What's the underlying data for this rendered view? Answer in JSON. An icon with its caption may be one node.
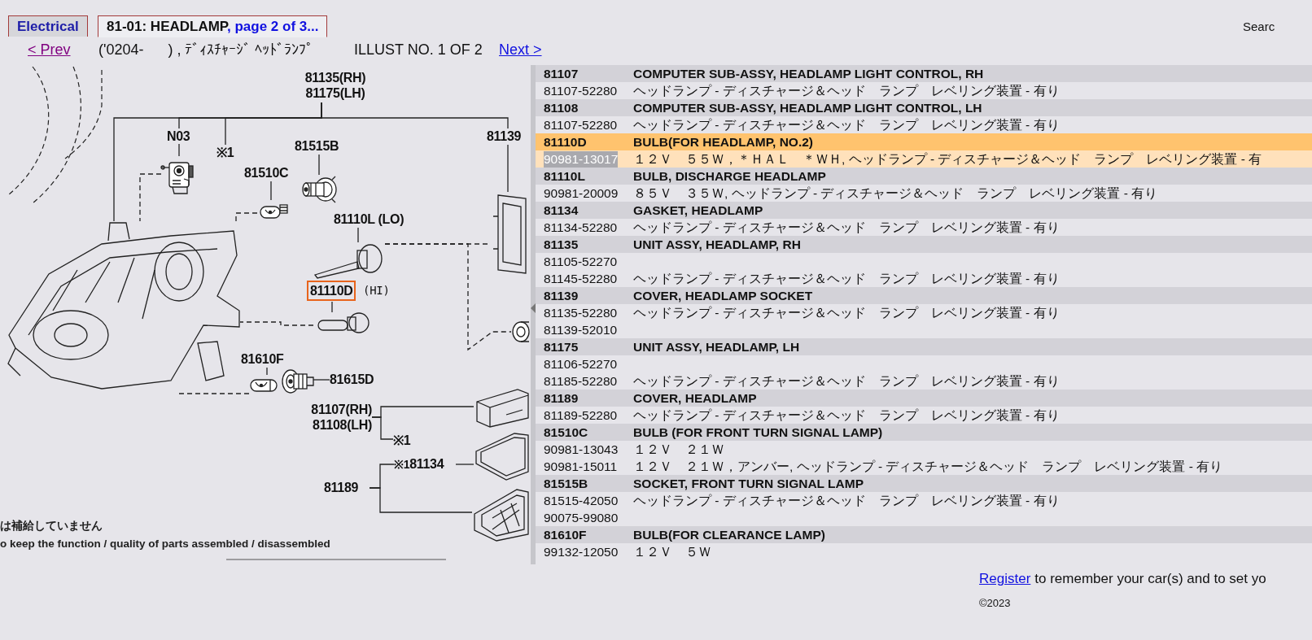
{
  "diagram": {
    "nodes": [
      {
        "text": [
          "81135(RH) 81175(LH)"
        ]
      },
      {
        "text": [],
        "shape": "picture"
      },
      {
        "text": [
          "N03"
        ]
      },
      {
        "text": [],
        "shape": "picture"
      },
      {
        "text": [
          "※1"
        ]
      },
      {
        "text": [
          "81515B"
        ]
      },
      {
        "text": [],
        "shape": "picture"
      },
      {
        "text": [
          "81510C"
        ]
      },
      {
        "text": [],
        "shape": "picture"
      },
      {
        "text": [
          "81110L (LO)"
        ]
      },
      {
        "text": [],
        "shape": "picture"
      },
      {
        "text": [
          "81110D"
        ],
        "beside": [
          "(HI)"
        ]
      },
      {
        "text": [],
        "shape": "picture"
      },
      {
        "text": [
          "81139"
        ]
      },
      {
        "text": [],
        "shape": "picture"
      },
      {
        "text": [
          "81610F"
        ]
      },
      {
        "text": [],
        "shape": "picture"
      },
      {
        "text": [],
        "shape": "picture"
      },
      {
        "text": [
          "81615D"
        ]
      },
      {
        "text": [
          "81107(RH) 81108(LH)"
        ]
      },
      {
        "text": [],
        "shape": "picture"
      },
      {
        "text": [
          "※1"
        ]
      },
      {
        "text": [
          "※1",
          "81134"
        ]
      },
      {
        "text": [],
        "shape": "picture"
      },
      {
        "text": [
          "81189"
        ]
      },
      {
        "text": [],
        "shape": "picture"
      },
      {
        "text": [],
        "shape": "picture"
      }
    ],
    "edges": [
      {
        "from": 0,
        "to": 1,
        "arrow": "none"
      },
      {
        "from": 0,
        "to": 2,
        "arrow": "none"
      },
      {
        "from": 0,
        "to": 4,
        "arrow": "none"
      },
      {
        "from": 0,
        "to": 13,
        "arrow": "none"
      },
      {
        "from": 2,
        "to": 3,
        "arrow": "none"
      },
      {
        "from": 5,
        "to": 6,
        "arrow": "none"
      },
      {
        "from": 7,
        "to": 8,
        "arrow": "none"
      },
      {
        "from": 9,
        "to": 10,
        "arrow": "none"
      },
      {
        "from": 11,
        "to": 12,
        "arrow": "none"
      },
      {
        "from": 13,
        "to": 14,
        "arrow": "none"
      },
      {
        "from": 15,
        "to": 16,
        "arrow": "none"
      },
      {
        "from": 18,
        "to": 17,
        "arrow": "none"
      },
      {
        "from": 19,
        "to": 20,
        "arrow": "none"
      },
      {
        "from": 19,
        "to": 21,
        "arrow": "none"
      },
      {
        "from": 24,
        "to": 22,
        "arrow": "none"
      },
      {
        "from": 24,
        "to": 25,
        "arrow": "none"
      },
      {
        "from": 22,
        "to": 23,
        "arrow": "none"
      },
      {
        "from": 3,
        "to": 1,
        "arrow": "none",
        "style": "dashed"
      },
      {
        "from": 8,
        "to": 1,
        "arrow": "none",
        "style": "dashed"
      },
      {
        "from": 10,
        "to": 14,
        "arrow": "none",
        "style": "dashed"
      },
      {
        "from": 10,
        "to": 26,
        "arrow": "none",
        "style": "dashed"
      },
      {
        "from": 12,
        "to": 1,
        "arrow": "none",
        "style": "dashed"
      },
      {
        "from": 16,
        "to": 1,
        "arrow": "none",
        "style": "dashed"
      }
    ],
    "labels": [
      "Electrical",
      "81-01: HEADLAMP",
      ", page 2 of 3...",
      "Searc",
      "< Prev",
      "('0204-      ) , ﾃﾞｨｽﾁｬｰｼﾞ ﾍｯﾄﾞﾗﾝﾌﾟ",
      "ILLUST NO. 1 OF 2",
      "Next >",
      "は補給していません",
      "o keep the function / quality of parts assembled / disassembled",
      "81107",
      "COMPUTER SUB-ASSY, HEADLAMP LIGHT CONTROL, RH",
      "81107-52280",
      "ヘッドランプ - ディスチャージ＆ヘッド　ランプ　レベリング装置 - 有り",
      "81108",
      "COMPUTER SUB-ASSY, HEADLAMP LIGHT CONTROL, LH",
      "81107-52280",
      "ヘッドランプ - ディスチャージ＆ヘッド　ランプ　レベリング装置 - 有り",
      "81110D",
      "BULB(FOR HEADLAMP, NO.2)",
      "90981-13017",
      "１２Ｖ　５５Ｗ，＊ＨＡＬ　＊ＷＨ, ヘッドランプ - ディスチャージ＆ヘッド　ランプ　レベリング装置 - 有",
      "81110L",
      "BULB, DISCHARGE HEADLAMP",
      "90981-20009",
      "８５Ｖ　３５Ｗ, ヘッドランプ - ディスチャージ＆ヘッド　ランプ　レベリング装置 - 有り",
      "81134",
      "GASKET, HEADLAMP",
      "81134-52280",
      "ヘッドランプ - ディスチャージ＆ヘッド　ランプ　レベリング装置 - 有り",
      "81135",
      "UNIT ASSY, HEADLAMP, RH",
      "81105-52270",
      "81145-52280",
      "ヘッドランプ - ディスチャージ＆ヘッド　ランプ　レベリング装置 - 有り",
      "81139",
      "COVER, HEADLAMP SOCKET",
      "81135-52280",
      "ヘッドランプ - ディスチャージ＆ヘッド　ランプ　レベリング装置 - 有り",
      "81139-52010",
      "81175",
      "UNIT ASSY, HEADLAMP, LH",
      "81106-52270",
      "81185-52280",
      "ヘッドランプ - ディスチャージ＆ヘッド　ランプ　レベリング装置 - 有り",
      "81189",
      "COVER, HEADLAMP",
      "81189-52280",
      "ヘッドランプ - ディスチャージ＆ヘッド　ランプ　レベリング装置 - 有り",
      "81510C",
      "BULB (FOR FRONT TURN SIGNAL LAMP)",
      "90981-13043",
      "１２Ｖ　２１Ｗ",
      "90981-15011",
      "１２Ｖ　２１Ｗ，アンバー, ヘッドランプ - ディスチャージ＆ヘッド　ランプ　レベリング装置 - 有り",
      "81515B",
      "SOCKET, FRONT TURN SIGNAL LAMP",
      "81515-42050",
      "ヘッドランプ - ディスチャージ＆ヘッド　ランプ　レベリング装置 - 有り",
      "90075-99080",
      "81610F",
      "BULB(FOR CLEARANCE LAMP)",
      "99132-12050",
      "１２Ｖ　５Ｗ",
      "Register",
      "to remember your car(s) and to set yo",
      "©2023"
    ]
  }
}
